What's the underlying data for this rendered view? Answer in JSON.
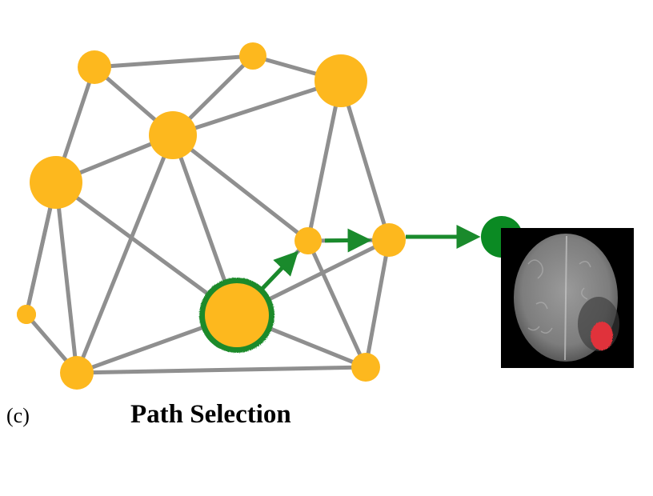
{
  "panel_label": "(c)",
  "caption": "Path Selection",
  "colors": {
    "node": "#FDB81E",
    "edge": "#8F8F8F",
    "path": "#1A8A2C",
    "target": "#0B8A23",
    "scan_bg": "#000000",
    "lesion": "#E0313A"
  },
  "graph": {
    "nodes": [
      {
        "id": "n1"
      },
      {
        "id": "n2"
      },
      {
        "id": "n3"
      },
      {
        "id": "n4"
      },
      {
        "id": "n5"
      },
      {
        "id": "n6"
      },
      {
        "id": "n7"
      },
      {
        "id": "n8"
      },
      {
        "id": "n9"
      },
      {
        "id": "n10"
      },
      {
        "id": "n11"
      },
      {
        "id": "n12"
      }
    ],
    "edges": [
      [
        "n1",
        "n2"
      ],
      [
        "n1",
        "n4"
      ],
      [
        "n1",
        "n5"
      ],
      [
        "n2",
        "n3"
      ],
      [
        "n2",
        "n4"
      ],
      [
        "n3",
        "n4"
      ],
      [
        "n3",
        "n7"
      ],
      [
        "n3",
        "n8"
      ],
      [
        "n4",
        "n5"
      ],
      [
        "n4",
        "n6"
      ],
      [
        "n4",
        "n7"
      ],
      [
        "n4",
        "n11"
      ],
      [
        "n5",
        "n6"
      ],
      [
        "n5",
        "n10"
      ],
      [
        "n5",
        "n11"
      ],
      [
        "n6",
        "n12"
      ],
      [
        "n7",
        "n8"
      ],
      [
        "n7",
        "n6"
      ],
      [
        "n7",
        "n12"
      ],
      [
        "n8",
        "n6"
      ],
      [
        "n8",
        "n12"
      ],
      [
        "n9",
        "n5"
      ],
      [
        "n9",
        "n11"
      ],
      [
        "n11",
        "n12"
      ],
      [
        "n11",
        "n6"
      ]
    ],
    "start_node": "n6",
    "path": [
      "n6",
      "n7",
      "n8"
    ]
  }
}
